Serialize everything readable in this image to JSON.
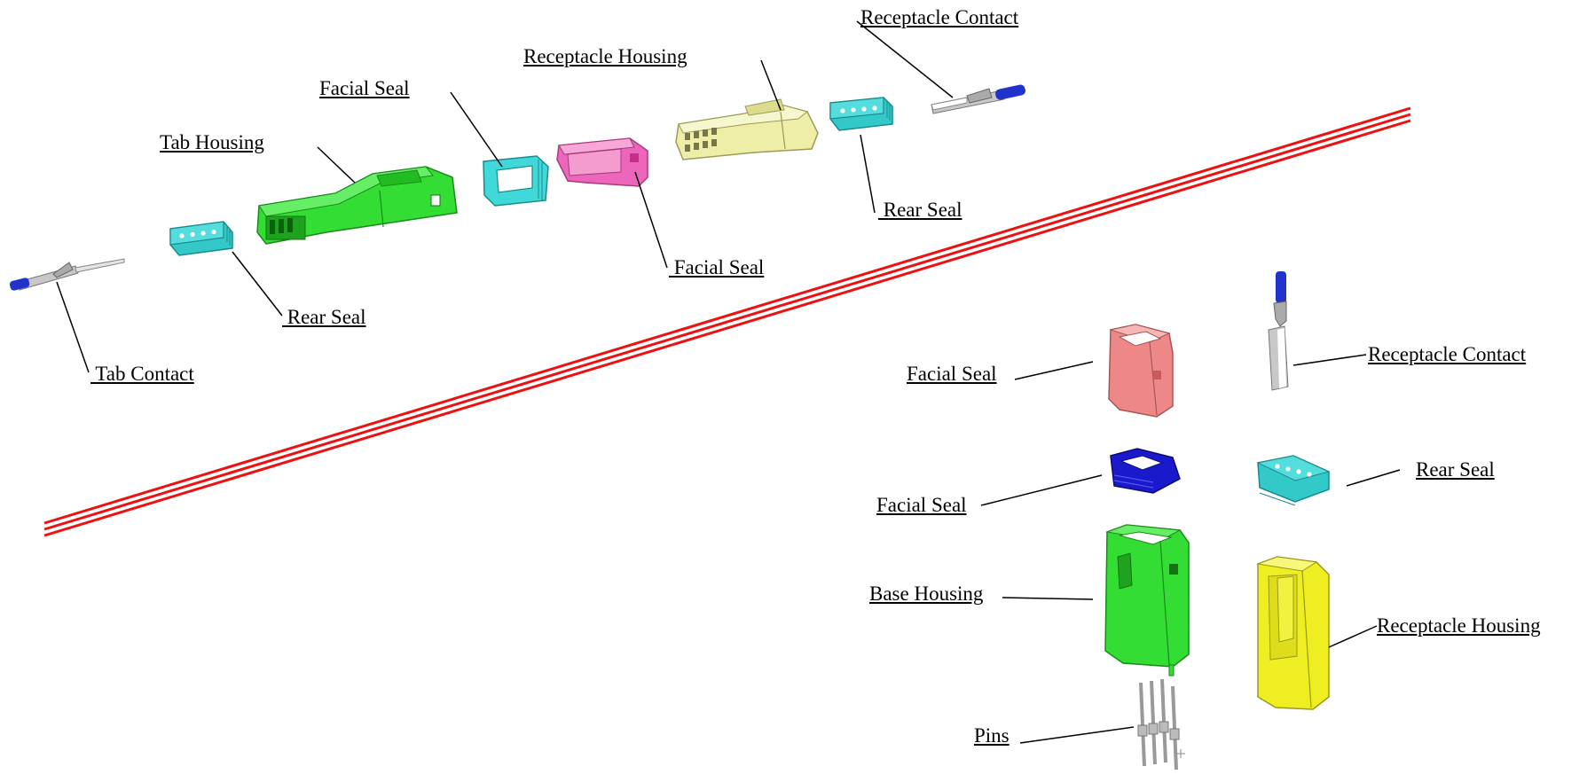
{
  "labels": {
    "top_receptacle_contact": "Receptacle Contact",
    "top_receptacle_housing": "Receptacle Housing",
    "top_facial_seal_a": "Facial Seal",
    "top_tab_housing": "Tab Housing",
    "top_rear_seal_right": " Rear Seal",
    "top_facial_seal_b": " Facial Seal",
    "top_rear_seal_left": " Rear Seal",
    "top_tab_contact": " Tab Contact",
    "bottom_facial_seal_pink": "Facial Seal",
    "bottom_receptacle_contact": "Receptacle Contact",
    "bottom_facial_seal_blue": "Facial Seal",
    "bottom_rear_seal": "Rear Seal",
    "bottom_base_housing": "Base Housing",
    "bottom_receptacle_housing": "Receptacle Housing",
    "bottom_pins": "Pins"
  },
  "colors": {
    "tab_housing": "#33dd33",
    "base_housing": "#33dd33",
    "rear_seal": "#33c9c9",
    "facial_seal_cyan": "#40d8d8",
    "facial_seal_magenta": "#ee66bb",
    "facial_seal_pink": "#ee8888",
    "facial_seal_blue": "#1a1acc",
    "receptacle_housing_top": "#eeeea8",
    "receptacle_housing_bottom": "#eeee22",
    "contact_metal": "#c8c8c8",
    "contact_crimp": "#2233cc",
    "divider_line": "#ee1111"
  }
}
